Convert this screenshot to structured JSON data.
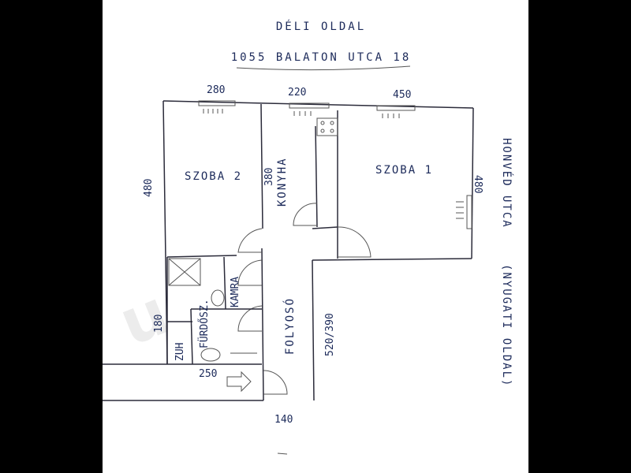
{
  "header": {
    "side_label": "DÉLI OLDAL",
    "address": "1055 BALATON UTCA 18"
  },
  "street_east": {
    "label": "HONVÉD UTCA",
    "side_note": "(NYUGATI OLDAL)"
  },
  "rooms": {
    "szoba2": "SZOBA 2",
    "szoba1": "SZOBA 1",
    "konyha": "KONYHA",
    "kamra": "KAMRA",
    "furdo": "FÜRDŐSZ.",
    "zuh": "ZUH",
    "folyoso": "FOLYOSÓ"
  },
  "dimensions": {
    "top_left": "280",
    "top_mid": "220",
    "top_right": "450",
    "left_height": "480",
    "konyha_height": "380",
    "right_height": "480",
    "bath_height": "180",
    "entry_width": "250",
    "corridor_length": "520/390",
    "bottom_width": "140"
  },
  "watermark": "T u"
}
